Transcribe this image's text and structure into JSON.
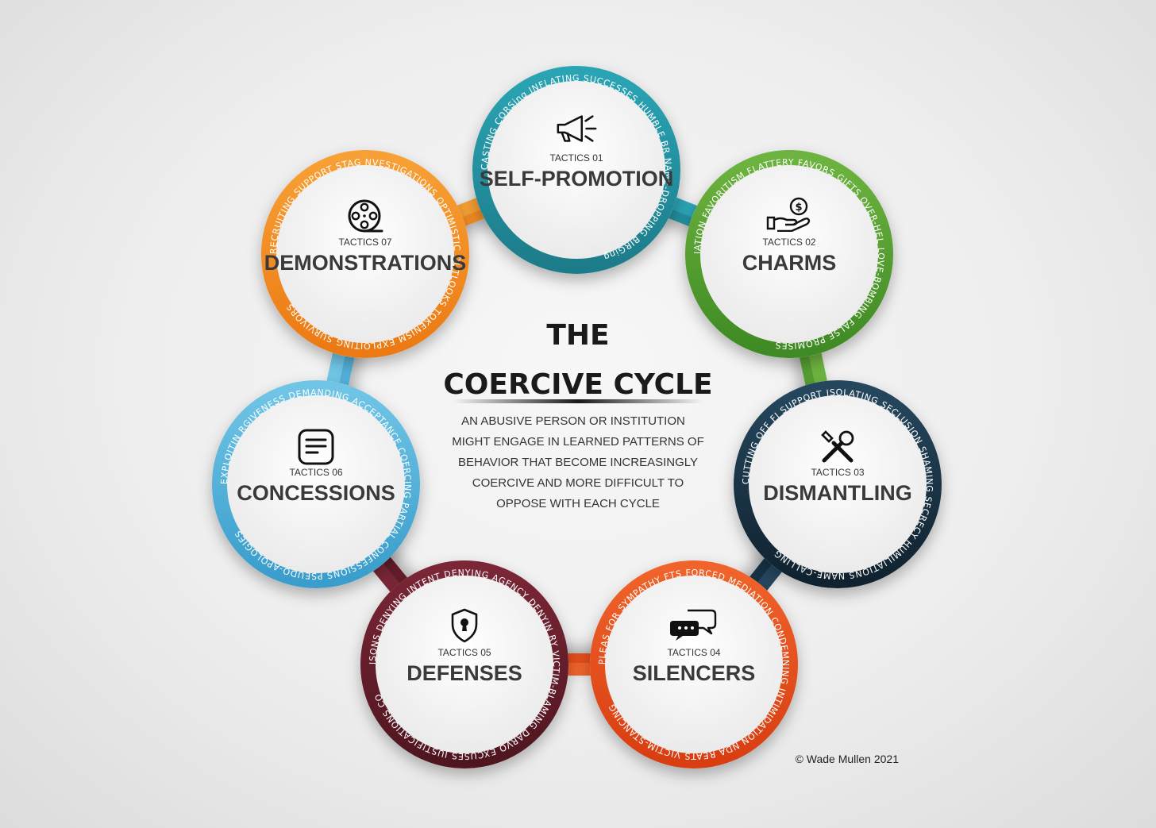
{
  "title": {
    "line1": "THE",
    "line2": "COERCIVE CYCLE"
  },
  "description": [
    "AN ABUSIVE  PERSON OR INSTITUTION",
    "MIGHT ENGAGE IN LEARNED PATTERNS OF",
    "BEHAVIOR THAT BECOME INCREASINGLY",
    "COERCIVE AND MORE DIFFICULT TO",
    "OPPOSE WITH EACH CYCLE"
  ],
  "copyright": "© Wade Mullen 2021",
  "tactics": [
    {
      "label": "TACTICS 01",
      "name": "SELF-PROMOTION",
      "color": "#2aa4b4",
      "dark": "#1d7c8a",
      "icon": "megaphone-icon",
      "ring_text": "CASTING   CORSing   INFLATING SUCCESSES   HUMBLE BR        NAME-DROPPING   BIRGing"
    },
    {
      "label": "TACTICS 02",
      "name": "CHARMS",
      "color": "#6db33f",
      "dark": "#3f8a24",
      "icon": "money-hand-icon",
      "ring_text": "IATION   FAVORITISM   FLATTERY   FAVORS   GIFTS   OVER-HEL      LOVE-BOMBING   FALSE PROMISES"
    },
    {
      "label": "TACTICS 03",
      "name": "DISMANTLING",
      "color": "#25475e",
      "dark": "#10222f",
      "icon": "tools-icon",
      "ring_text": "CUTTING OFF FI     SUPPORT   ISOLATING   SECLUSION   SHAMING   SECRECY      HUMILIATIONS   NAME-CALLING"
    },
    {
      "label": "TACTICS 04",
      "name": "SILENCERS",
      "color": "#f0632a",
      "dark": "#d83e12",
      "icon": "chat-bubbles-icon",
      "ring_text": "PLEAS FOR SYMPATHY        FTS   FORCED MEDIATION   CONDEMNING   INTIMIDATION   NDA   REATS   VICTIM-STANCING"
    },
    {
      "label": "TACTICS 05",
      "name": "DEFENSES",
      "color": "#7a2636",
      "dark": "#4f1620",
      "icon": "shield-lock-icon",
      "ring_text": "ISONS   DENYING INTENT   DENYING AGENCY   DENYIN     RY   VICTIM-BLAMING   DARVO   EXCUSES   JUSTIFICATIONS   CO"
    },
    {
      "label": "TACTICS 06",
      "name": "CONCESSIONS",
      "color": "#70c5e6",
      "dark": "#3a9dcb",
      "icon": "document-icon",
      "ring_text": "EXPLOITIN     RGIVENESS   DEMANDING ACCEPTANCE   COERCING      PARTIAL CONFESSIONS   PSEUDO-APOLOGIES"
    },
    {
      "label": "TACTICS 07",
      "name": "DEMONSTRATIONS",
      "color": "#f7a035",
      "dark": "#ec7a14",
      "icon": "film-reel-icon",
      "ring_text": "RECRUITING SUPPORT   STAG      NVESTIGATIONS   OPTIMISTIC OUTLOOKS      TOKENISM   EXPLOITING SURVIVORS"
    }
  ]
}
